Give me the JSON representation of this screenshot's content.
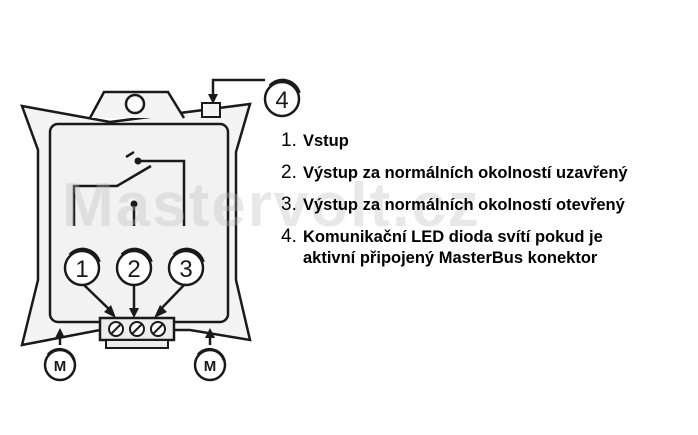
{
  "watermark": "Mastervolt.cz",
  "callouts": {
    "c1": "1",
    "c2": "2",
    "c3": "3",
    "c4": "4",
    "m_left": "M",
    "m_right": "M"
  },
  "legend": [
    {
      "num": "1.",
      "text": "Vstup"
    },
    {
      "num": "2.",
      "text": "Výstup za normálních okolností uzavřený"
    },
    {
      "num": "3.",
      "text": "Výstup za normálních okolností  otevřený"
    },
    {
      "num": "4.",
      "text": "Komunikační LED dioda svítí pokud je",
      "cont": "aktivní připojený MasterBus konektor"
    }
  ],
  "colors": {
    "line": "#1a1a1a",
    "panel": "#f2f2f2",
    "watermark": "#bebebe"
  }
}
